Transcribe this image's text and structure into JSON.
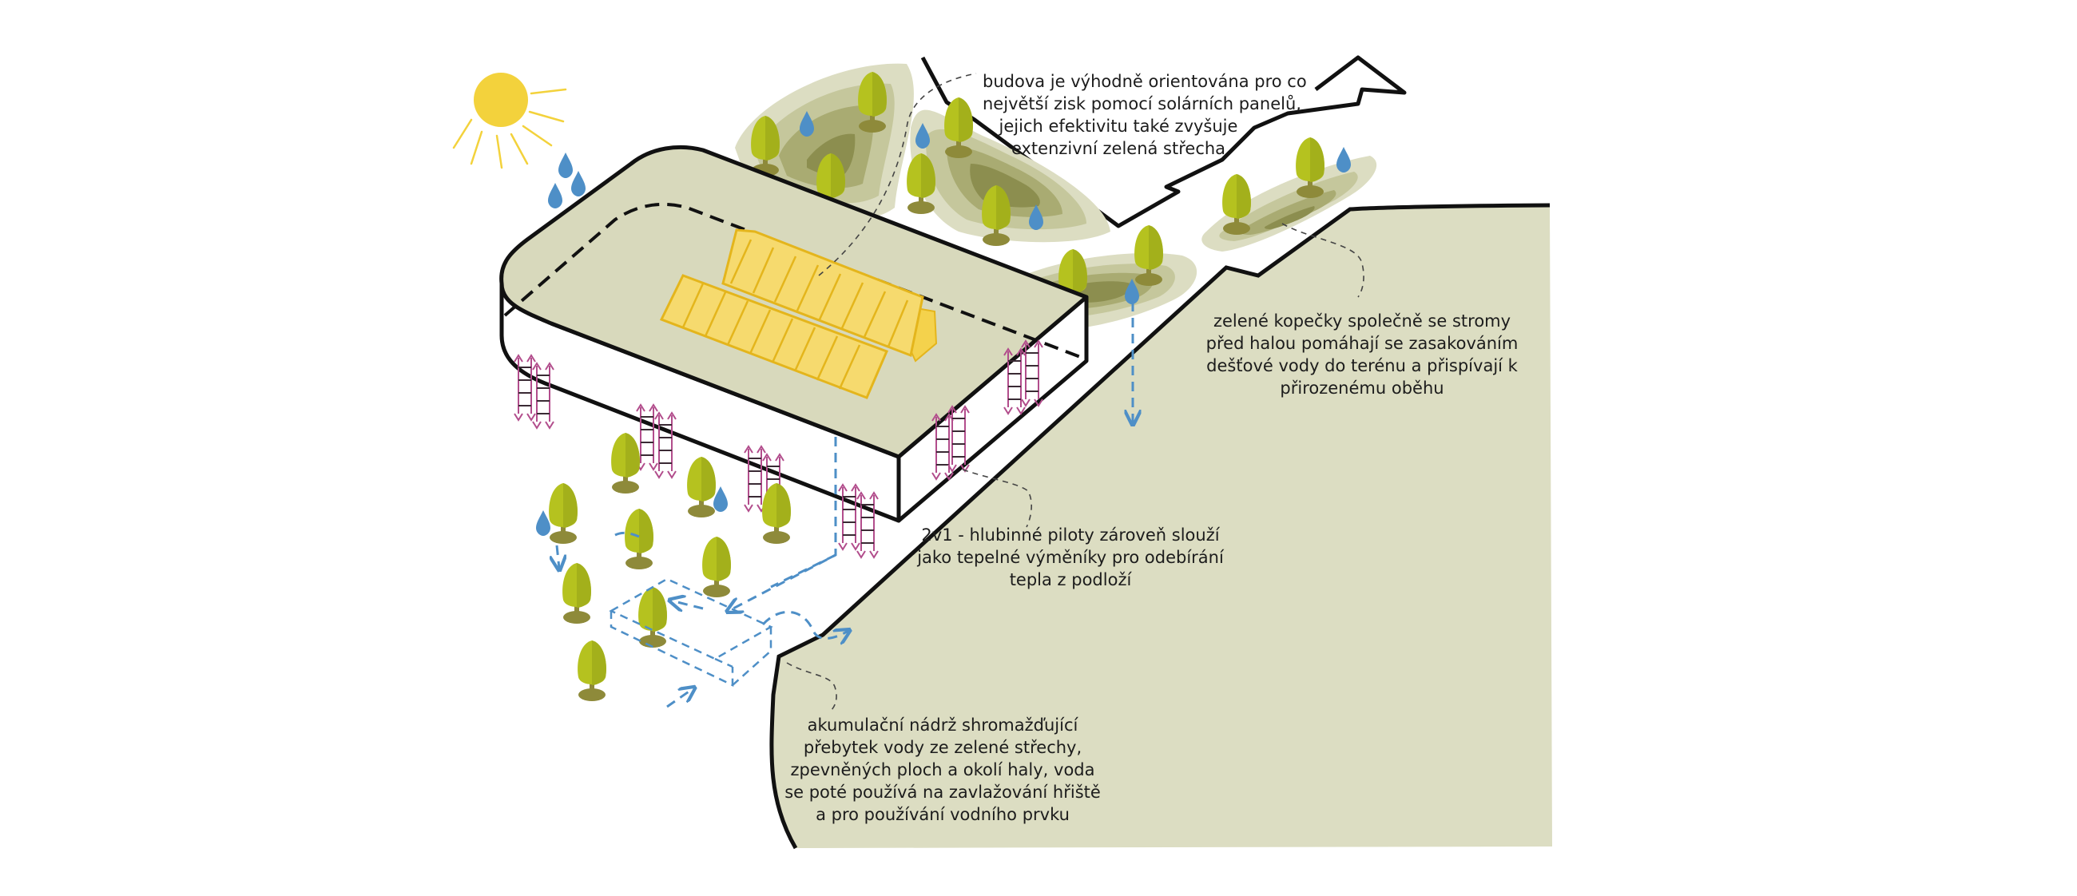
{
  "annotations": {
    "roof": {
      "lines": [
        "budova je výhodně orientována pro co",
        "největší zisk pomocí solárních panelů,",
        "jejich efektivitu také zvyšuje",
        "extenzivní zelená střecha"
      ]
    },
    "hills": {
      "lines": [
        "zelené kopečky společně se stromy",
        "před halou pomáhají se zasakováním",
        "dešťové vody do terénu a přispívají k",
        "přirozenému oběhu"
      ]
    },
    "piles": {
      "lines": [
        "2v1 - hlubinné piloty zároveň slouží",
        "jako tepelné výměníky pro odebírání",
        "tepla z podloží"
      ]
    },
    "tank": {
      "lines": [
        "akumulační nádrž shromažďující",
        "přebytek vody ze zelené střechy,",
        "zpevněných ploch a okolí haly, voda",
        "se poté používá na zavlažování hřiště",
        "a pro používání vodního prvku"
      ]
    }
  },
  "colors": {
    "ground": "#dcddc2",
    "roof_green": "#d8d9bc",
    "tree_crown": "#b5c21f",
    "tree_shadow": "#8e8a3a",
    "water_blue": "#4e8fc7",
    "solar_yellow": "#f4d24c",
    "sun_yellow": "#f3d23c",
    "pile_pink": "#b24d8c",
    "outline": "#111111"
  },
  "icons": [
    "sun-icon",
    "raindrop-icon",
    "tree-icon",
    "solar-panel-icon",
    "ground-pile-icon"
  ]
}
